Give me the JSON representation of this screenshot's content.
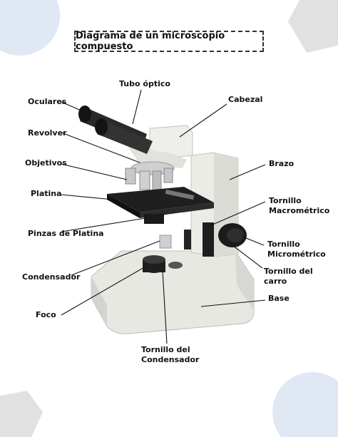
{
  "title": "Diagrama de un microscopio compuesto",
  "labels": {
    "tubo_optico": "Tubo óptico",
    "oculares": "Oculares",
    "cabezal": "Cabezal",
    "revolver": "Revolver",
    "objetivos": "Objetivos",
    "brazo": "Brazo",
    "platina": "Platina",
    "tornillo_macro_1": "Tornillo",
    "tornillo_macro_2": "Macrométrico",
    "pinzas": "Pinzas de Platina",
    "tornillo_micro_1": "Tornillo",
    "tornillo_micro_2": "Micrométrico",
    "condensador": "Condensador",
    "tornillo_carro_1": "Tornillo del",
    "tornillo_carro_2": "carro",
    "base": "Base",
    "foco": "Foco",
    "tornillo_cond_1": "Tornillo del",
    "tornillo_cond_2": "Condensador"
  },
  "colors": {
    "circle": "#dfe8f3",
    "gray_shape": "#e1e1e1",
    "body": "#e9e9e4",
    "dark": "#1d1d1d"
  }
}
